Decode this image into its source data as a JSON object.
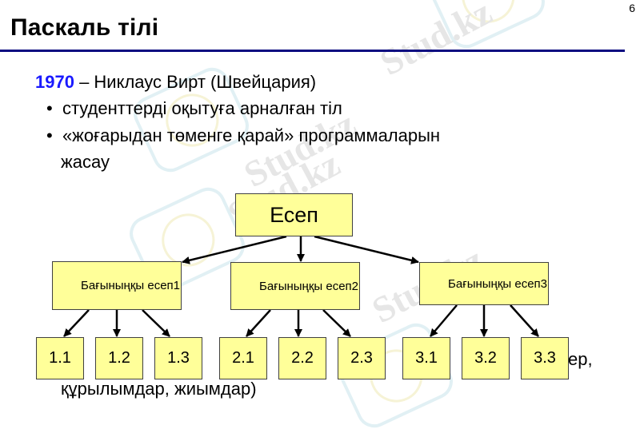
{
  "slide": {
    "number": "6",
    "title": "Паскаль тілі",
    "rule_color": "#0a0a80"
  },
  "content": {
    "heading_year": "1970",
    "heading_rest": " – Никлаус Вирт (Швейцария)",
    "bullets": [
      "студенттерді оқытуға арналған тіл",
      "«жоғарыдан төменге қарай» программаларын",
      "жасау"
    ],
    "bullet_symbol": "•",
    "occluded_line_fragment": "ер,",
    "last_line": "құрылымдар, жиымдар)"
  },
  "diagram": {
    "root": "Есеп",
    "subtasks": [
      "Бағыныңқы есеп1",
      "Бағыныңқы есеп2",
      "Бағыныңқы есеп3"
    ],
    "leaves": [
      "1.1",
      "1.2",
      "1.3",
      "2.1",
      "2.2",
      "2.3",
      "3.1",
      "3.2",
      "3.3"
    ],
    "box_fill": "#ffff99"
  },
  "watermark": {
    "text": "Stud.kz",
    "text_prefixed": "Stud.kz - Stud.kz"
  }
}
